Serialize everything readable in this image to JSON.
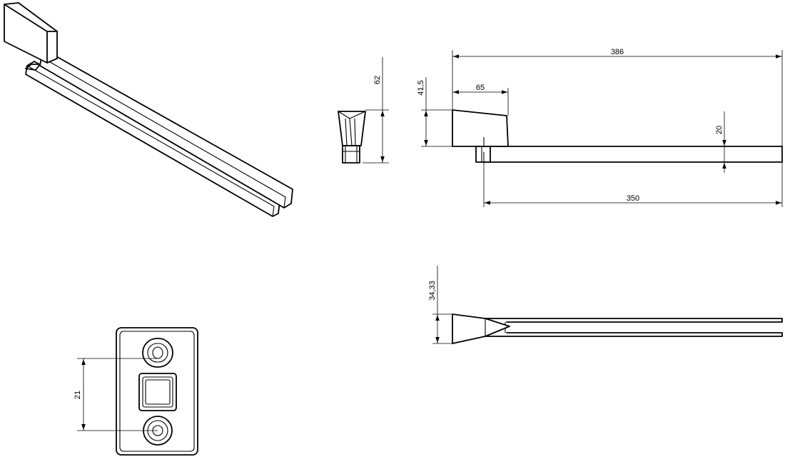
{
  "dimensions": {
    "overall_length": "386",
    "height": "62",
    "bracket_height": "41,5",
    "bracket_depth": "65",
    "bar_height": "20",
    "bar_length": "350",
    "plan_width": "34,33",
    "hole_spacing": "21"
  },
  "colors": {
    "line": "#000000",
    "background": "#ffffff"
  }
}
